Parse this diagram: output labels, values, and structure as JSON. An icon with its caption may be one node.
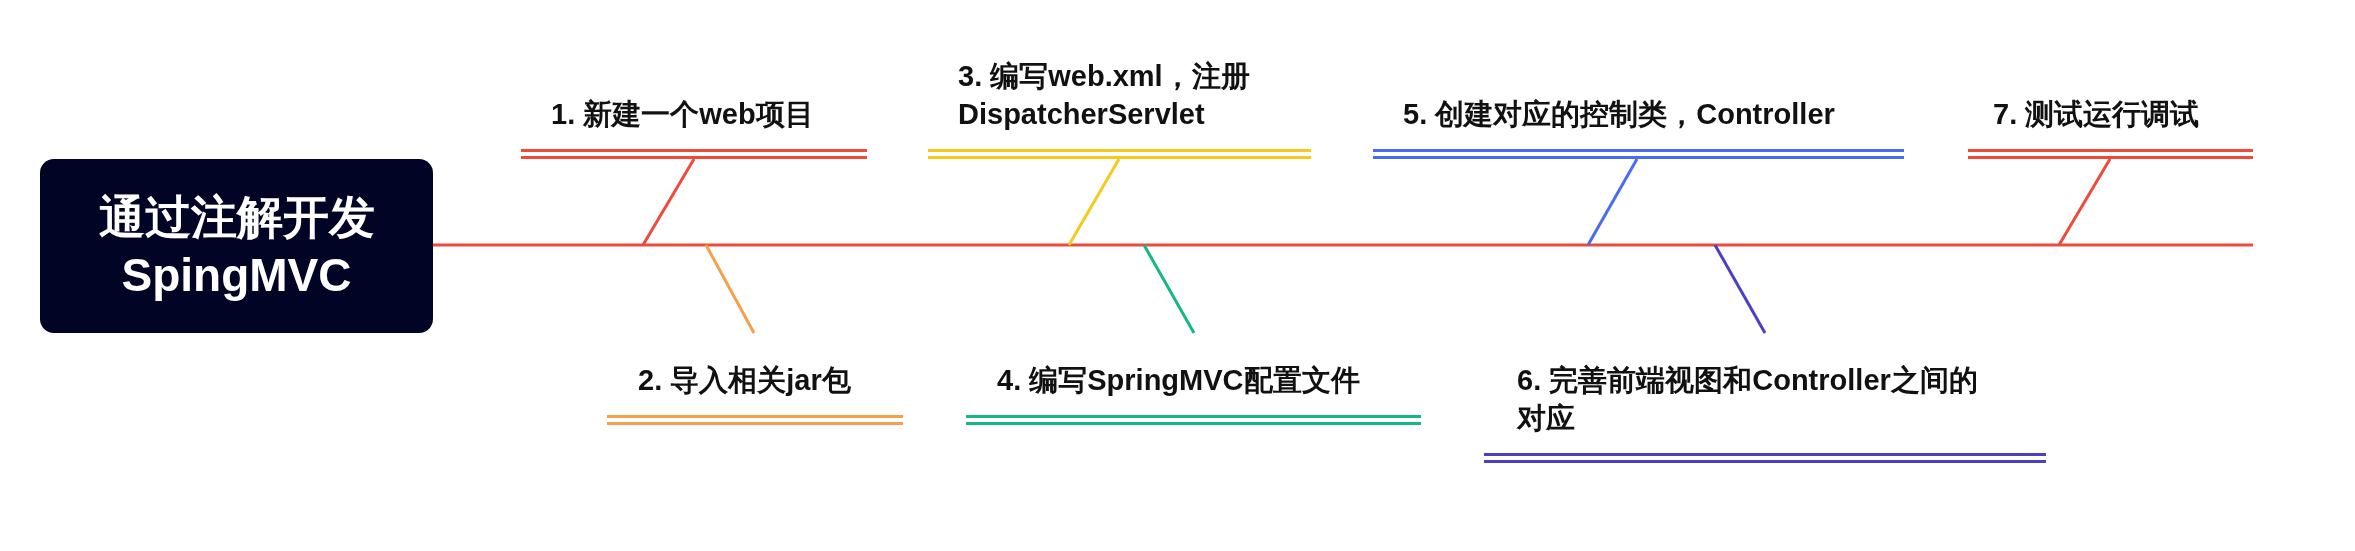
{
  "diagram": {
    "nodes": [
      {
        "text": [
          "通过注解开发SpingMVC"
        ]
      },
      {
        "text": [
          "1. 新建一个web项目"
        ]
      },
      {
        "text": [
          "2. 导入相关jar包"
        ]
      },
      {
        "text": [
          "3. 编写web.xml，注册DispatcherServlet"
        ]
      },
      {
        "text": [
          "4. 编写SpringMVC配置文件"
        ]
      },
      {
        "text": [
          "5. 创建对应的控制类，Controller"
        ]
      },
      {
        "text": [
          "6. 完善前端视图和Controller之间的对应"
        ]
      },
      {
        "text": [
          "7. 测试运行调试"
        ]
      }
    ],
    "edges": [
      {
        "from": 0,
        "to": null,
        "arrow": "none",
        "color": "#f04a3c"
      },
      {
        "from": null,
        "to": 1,
        "arrow": "none",
        "color": "#f04a3c"
      },
      {
        "from": null,
        "to": 2,
        "arrow": "none",
        "color": "#f5a04a"
      },
      {
        "from": null,
        "to": 3,
        "arrow": "none",
        "color": "#f2cb1d"
      },
      {
        "from": null,
        "to": 4,
        "arrow": "none",
        "color": "#13b886"
      },
      {
        "from": null,
        "to": 5,
        "arrow": "none",
        "color": "#4a6cf0"
      },
      {
        "from": null,
        "to": 6,
        "arrow": "none",
        "color": "#4b3fc4"
      },
      {
        "from": null,
        "to": 7,
        "arrow": "none",
        "color": "#f04a3c"
      }
    ]
  }
}
